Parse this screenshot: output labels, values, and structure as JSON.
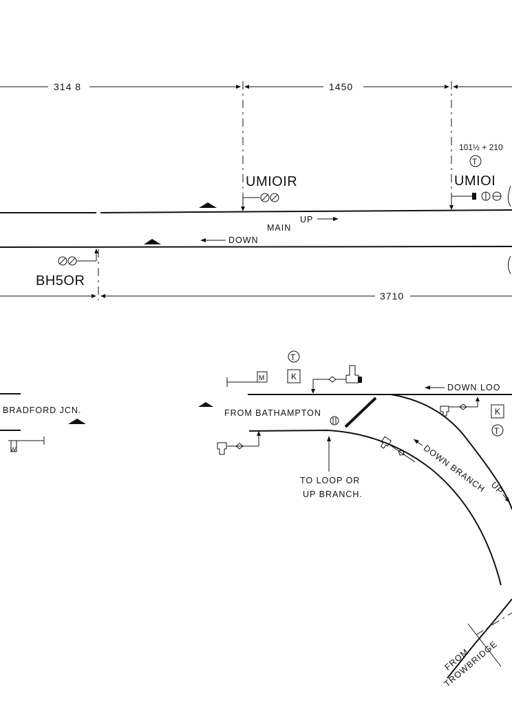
{
  "dimensions": {
    "d1": "314 8",
    "d2": "1450",
    "d3": "3710",
    "mileage": "101½ + 210"
  },
  "signals": {
    "um101r": "UMIOIR",
    "um101": "UMIOI",
    "bh50r": "BH5OR"
  },
  "tracks": {
    "main": "MAIN",
    "up": "UP",
    "down": "DOWN",
    "bradford_jcn": "BRADFORD JCN.",
    "from_bathampton": "FROM BATHAMPTON",
    "to_loop_line1": "TO LOOP OR",
    "to_loop_line2": "UP BRANCH.",
    "down_loop": "DOWN  LOO",
    "down_branch": "DOWN  BRANCH",
    "up_branch": "UP",
    "from_line1": "FROM",
    "from_line2": "TROWBRIDGE"
  },
  "markers": {
    "t": "T",
    "k": "K",
    "m": "M",
    "w": "W"
  }
}
